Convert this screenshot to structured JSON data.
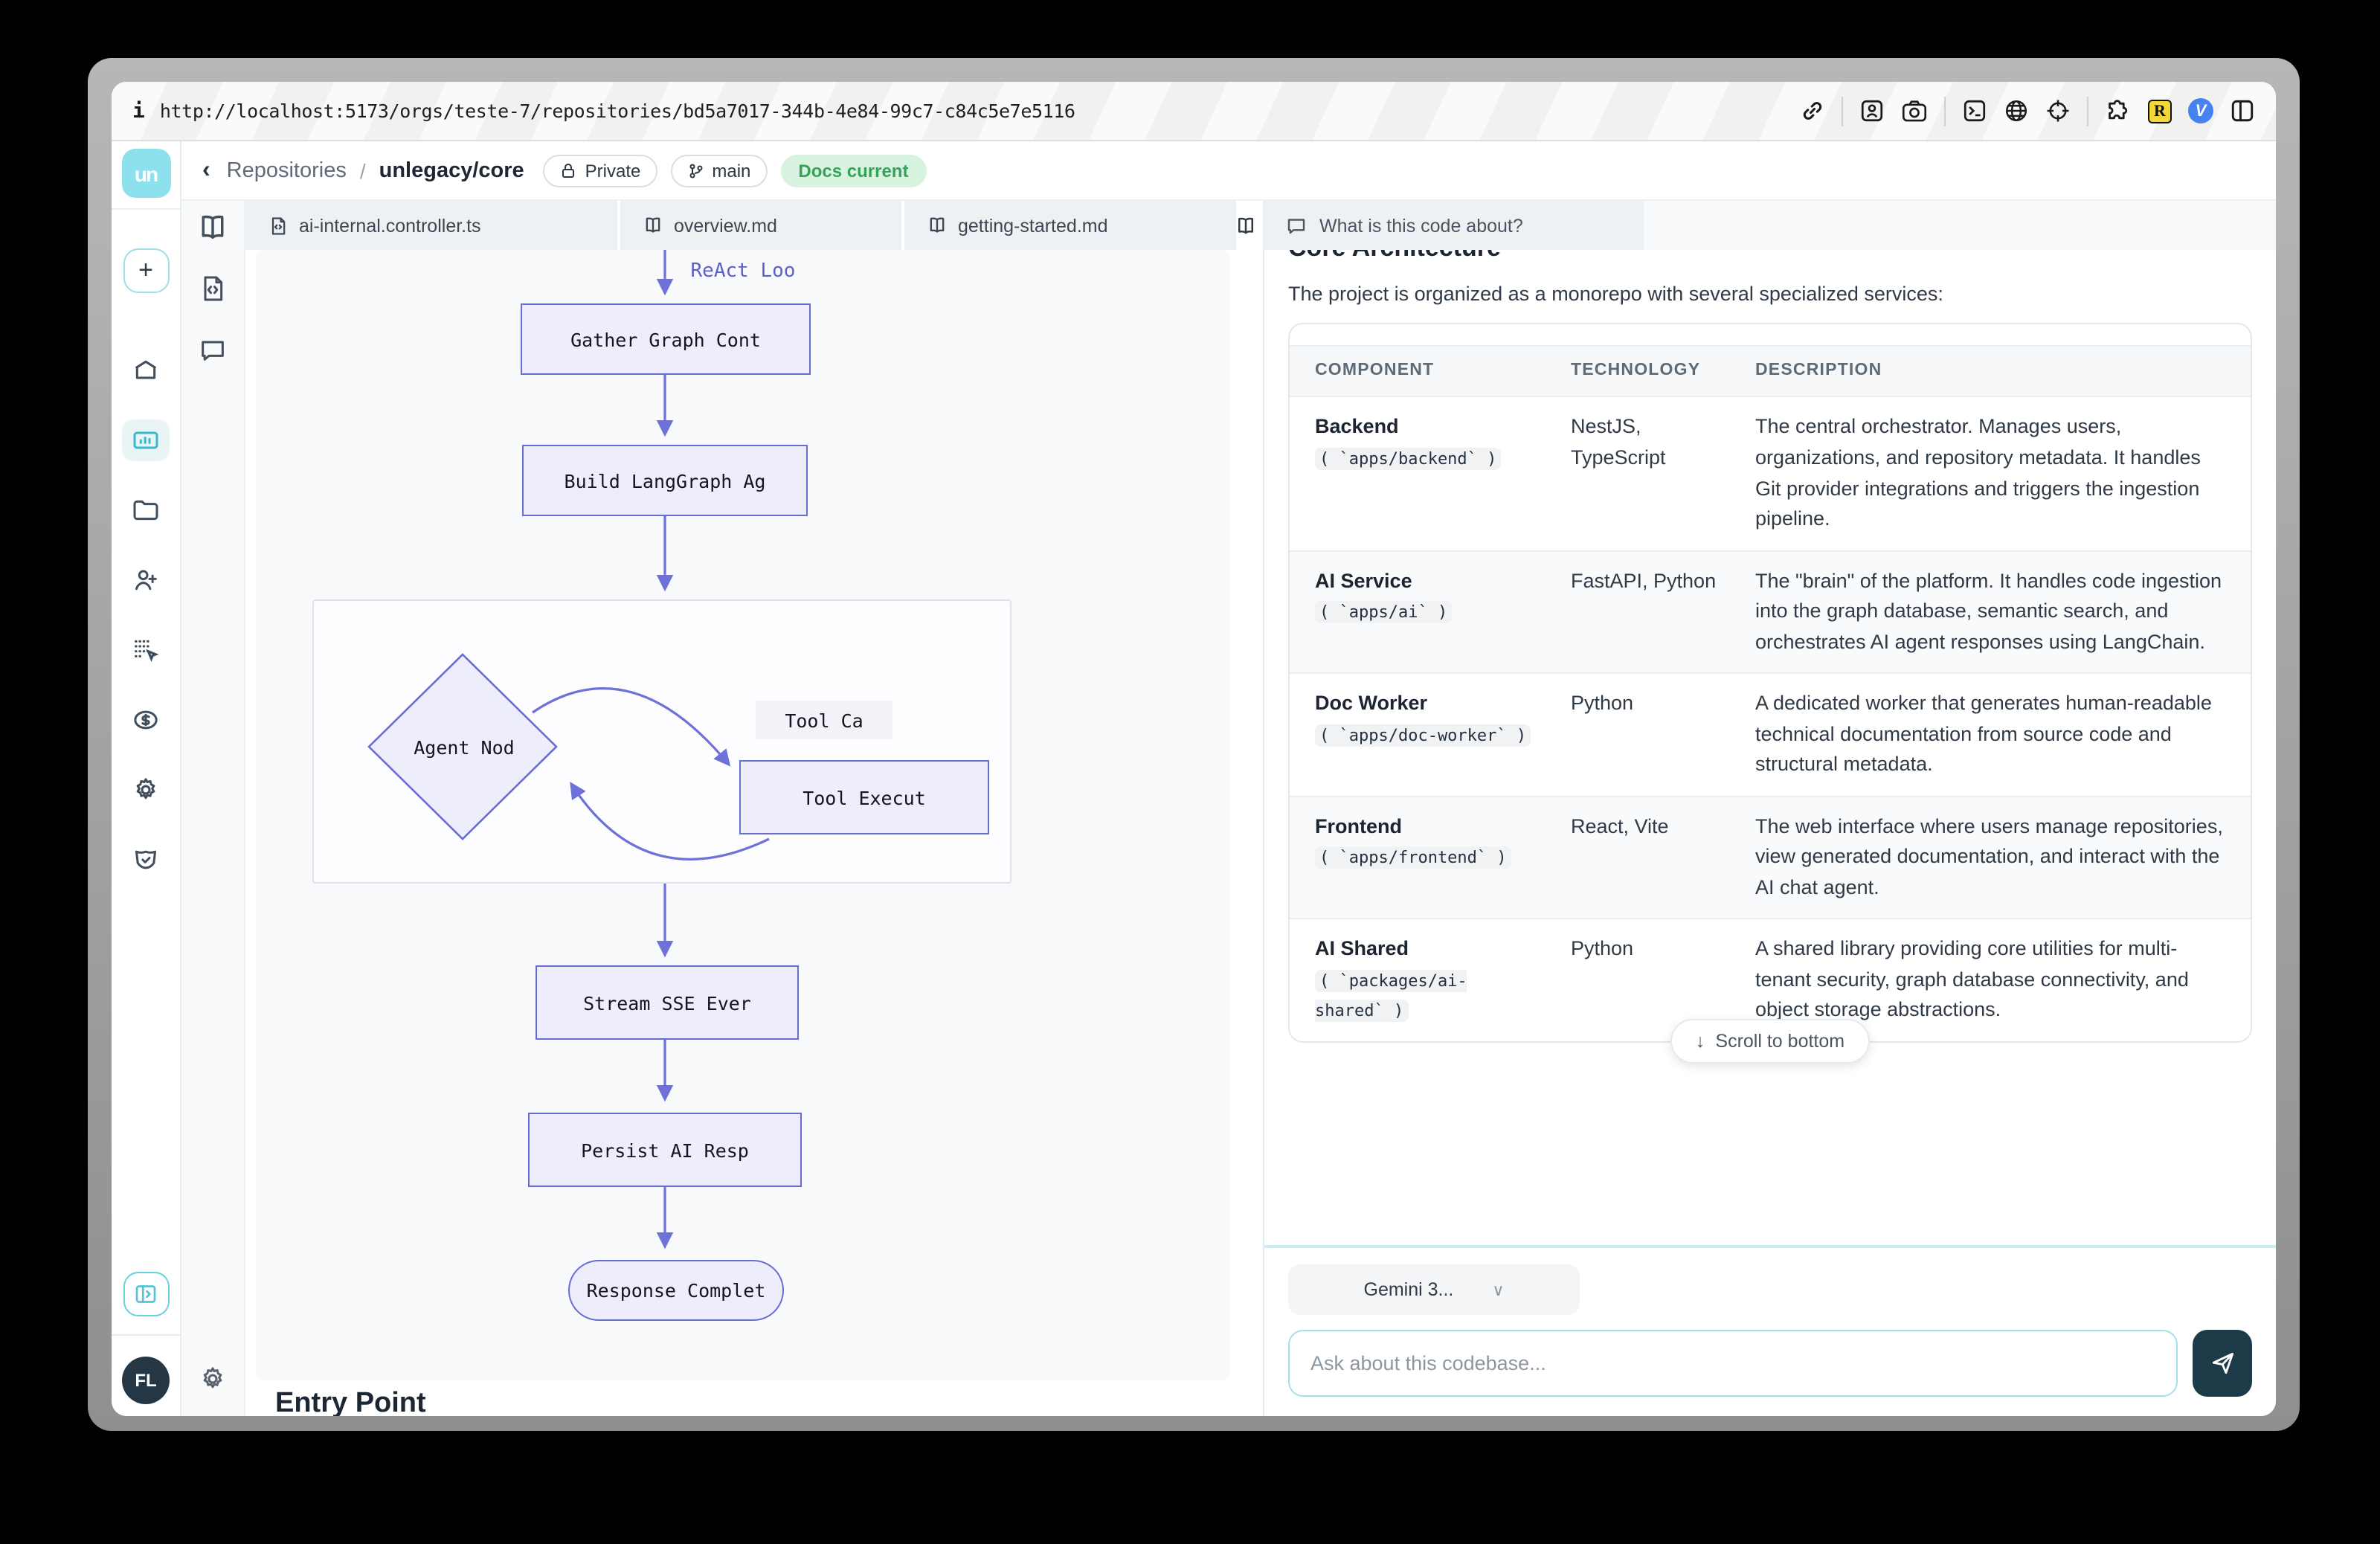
{
  "browser": {
    "info_glyph": "i",
    "url": "http://localhost:5173/orgs/teste-7/repositories/bd5a7017-344b-4e84-99c7-c84c5e7e5116"
  },
  "sidebar": {
    "avatar_initials": "FL",
    "plus_label": "+"
  },
  "header": {
    "back_glyph": "‹",
    "breadcrumb_root": "Repositories",
    "breadcrumb_sep": "/",
    "repo_name": "unlegacy/core",
    "visibility_badge": "Private",
    "branch_badge": "main",
    "docs_badge": "Docs current"
  },
  "tabs": {
    "tab1": "ai-internal.controller.ts",
    "tab2": "overview.md",
    "tab3": "getting-started.md",
    "chat_tab": "What is this code about?"
  },
  "diagram": {
    "node_gather": "Gather Graph Cont",
    "node_build": "Build LangGraph Ag",
    "subgraph_label": "ReAct Loo",
    "node_agent": "Agent Nod",
    "edge_label_tool_call": "Tool Ca",
    "node_tool_exec": "Tool Execut",
    "node_stream": "Stream SSE Ever",
    "node_persist": "Persist AI Resp",
    "node_done": "Response Complet",
    "below_heading": "Entry Point"
  },
  "chat": {
    "heading": "Core Architecture",
    "intro": "The project is organized as a monorepo with several specialized services:",
    "table": {
      "headers": {
        "component": "COMPONENT",
        "technology": "TECHNOLOGY",
        "description": "DESCRIPTION"
      },
      "rows": [
        {
          "component": "Backend",
          "path": "( `apps/backend` )",
          "tech": "NestJS, TypeScript",
          "desc": "The central orchestrator. Manages users, organizations, and repository metadata. It handles Git provider integrations and triggers the ingestion pipeline."
        },
        {
          "component": "AI Service",
          "path": "( `apps/ai` )",
          "tech": "FastAPI, Python",
          "desc": "The \"brain\" of the platform. It handles code ingestion into the graph database, semantic search, and orchestrates AI agent responses using LangChain."
        },
        {
          "component": "Doc Worker",
          "path": "( `apps/doc-worker` )",
          "tech": "Python",
          "desc": "A dedicated worker that generates human-readable technical documentation from source code and structural metadata."
        },
        {
          "component": "Frontend",
          "path": "( `apps/frontend` )",
          "tech": "React, Vite",
          "desc": "The web interface where users manage repositories, view generated documentation, and interact with the AI chat agent."
        },
        {
          "component": "AI Shared",
          "path": "( `packages/ai-shared` )",
          "tech": "Python",
          "desc": "A shared library providing core utilities for multi-tenant security, graph database connectivity, and object storage abstractions."
        }
      ]
    },
    "scroll_button": "Scroll to bottom",
    "scroll_arrow": "↓",
    "model_selector": "Gemini 3...",
    "input_placeholder": "Ask about this codebase..."
  },
  "colors": {
    "accent_cyan": "#67cfdd",
    "logo_cyan": "#8ce1ec",
    "flow_node_fill": "#ededfb",
    "flow_node_border": "#686dd3",
    "flow_edge": "#6d71d8",
    "badge_green_bg": "#d8f4e0",
    "badge_green_text": "#35a159",
    "send_button": "#1c3a47",
    "avatar_bg": "#253744"
  }
}
